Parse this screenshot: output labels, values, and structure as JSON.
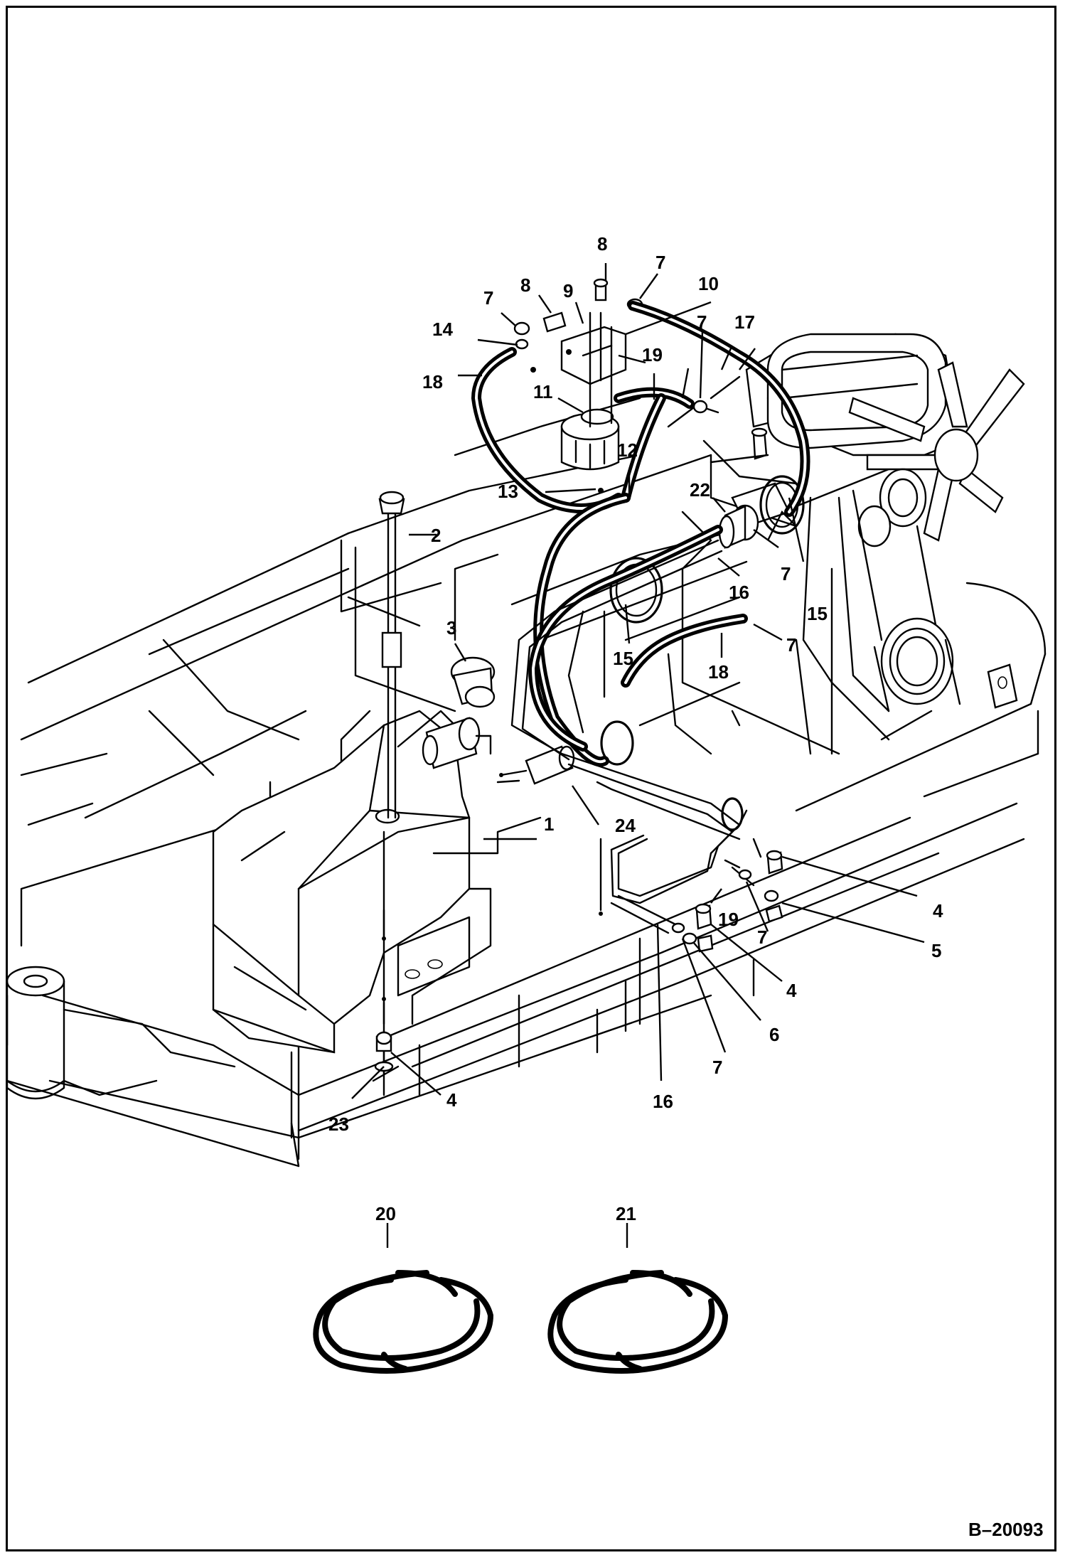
{
  "figure_id": "B–20093",
  "callouts": {
    "c1": "1",
    "c2": "2",
    "c3": "3",
    "c4a": "4",
    "c4b": "4",
    "c4c": "4",
    "c5": "5",
    "c6": "6",
    "c7a": "7",
    "c7b": "7",
    "c7c": "7",
    "c7d": "7",
    "c7e": "7",
    "c7f": "7",
    "c7g": "7",
    "c8a": "8",
    "c8b": "8",
    "c9": "9",
    "c10": "10",
    "c11": "11",
    "c12": "12",
    "c13": "13",
    "c14": "14",
    "c15a": "15",
    "c15b": "15",
    "c16a": "16",
    "c16b": "16",
    "c17": "17",
    "c18a": "18",
    "c18b": "18",
    "c19a": "19",
    "c19b": "19",
    "c20": "20",
    "c21": "21",
    "c22": "22",
    "c23": "23",
    "c24": "24"
  }
}
